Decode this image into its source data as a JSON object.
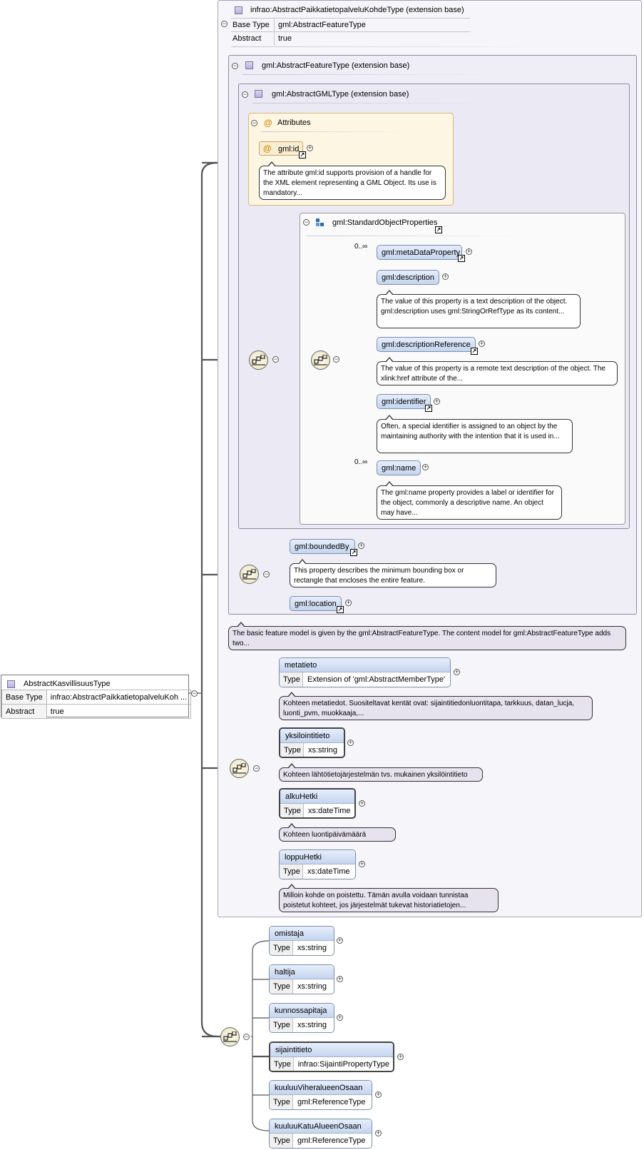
{
  "main_type": {
    "title": "AbstractKasvillisuusType",
    "props": [
      {
        "key": "Base Type",
        "value": "infrao:AbstractPaikkatietopalveluKoh ..."
      },
      {
        "key": "Abstract",
        "value": "true"
      }
    ]
  },
  "ext1": {
    "title": "infrao:AbstractPaikkatietopalveluKohdeType (extension base)",
    "props": [
      {
        "key": "Base Type",
        "value": "gml:AbstractFeatureType"
      },
      {
        "key": "Abstract",
        "value": "true"
      }
    ],
    "note": "The basic feature model is given by the gml:AbstractFeatureType. The content model for gml:AbstractFeatureType adds two..."
  },
  "ext2": {
    "title": "gml:AbstractFeatureType (extension base)"
  },
  "ext3": {
    "title": "gml:AbstractGMLType (extension base)"
  },
  "attributes": {
    "title": "Attributes",
    "id_label": "gml:id",
    "id_note": "The attribute gml:id supports provision of a handle for the XML element representing a GML Object. Its use is mandatory..."
  },
  "std_props": {
    "title": "gml:StandardObjectProperties",
    "elements": [
      {
        "label": "gml:metaDataProperty",
        "card": "0..∞",
        "note": ""
      },
      {
        "label": "gml:description",
        "card": "",
        "note": "The value of this property is a text description of the object. gml:description uses gml:StringOrRefType as its content..."
      },
      {
        "label": "gml:descriptionReference",
        "card": "",
        "note": "The value of this property is a remote text description of the object. The xlink:href attribute of the..."
      },
      {
        "label": "gml:identifier",
        "card": "",
        "note": "Often, a special identifier is assigned to an object by the maintaining authority with the intention that it is used in..."
      },
      {
        "label": "gml:name",
        "card": "0..∞",
        "note": "The gml:name property provides a label or identifier for the object, commonly a descriptive name. An object may have..."
      }
    ]
  },
  "feature_elements": [
    {
      "label": "gml:boundedBy",
      "note": "This property describes the minimum bounding box or rectangle that encloses the entire feature."
    },
    {
      "label": "gml:location",
      "note": ""
    }
  ],
  "infrao_elements": [
    {
      "name": "metatieto",
      "type_key": "Type",
      "type_value": "Extension of 'gml:AbstractMemberType'",
      "note": "Kohteen metatiedot. Suositeltavat kentät ovat: sijaintitiedonluontitapa, tarkkuus, datan_lucja, luonti_pvm, muokkaaja,..."
    },
    {
      "name": "yksilointitieto",
      "type_key": "Type",
      "type_value": "xs:string",
      "note": "Kohteen lähtötietojärjestelmän tvs. mukainen yksilöintitieto"
    },
    {
      "name": "alkuHetki",
      "type_key": "Type",
      "type_value": "xs:dateTime",
      "note": "Kohteen luontipäivämäärä"
    },
    {
      "name": "loppuHetki",
      "type_key": "Type",
      "type_value": "xs:dateTime",
      "note": "Milloin kohde on poistettu. Tämän avulla voidaan tunnistaa poistetut kohteet, jos järjestelmät tukevat historiatietojen..."
    }
  ],
  "own_elements": [
    {
      "name": "omistaja",
      "type_key": "Type",
      "type_value": "xs:string"
    },
    {
      "name": "haltija",
      "type_key": "Type",
      "type_value": "xs:string"
    },
    {
      "name": "kunnossapitaja",
      "type_key": "Type",
      "type_value": "xs:string"
    },
    {
      "name": "sijaintitieto",
      "type_key": "Type",
      "type_value": "infrao:SijaintiPropertyType"
    },
    {
      "name": "kuuluuViheralueenOsaan",
      "type_key": "Type",
      "type_value": "gml:ReferenceType"
    },
    {
      "name": "kuuluuKatuAlueenOsaan",
      "type_key": "Type",
      "type_value": "gml:ReferenceType"
    }
  ],
  "symbols": {
    "minus": "−",
    "plus": "+",
    "ref_arrow": "↗",
    "attr_at": "@"
  },
  "colors": {
    "type_fill": "#c9c0e6",
    "element_fill": "#d6e2f6",
    "attr_fill": "#fdf6e3",
    "ext_fill": "#f3f1f8",
    "group_icon": "#2e6ea6"
  }
}
